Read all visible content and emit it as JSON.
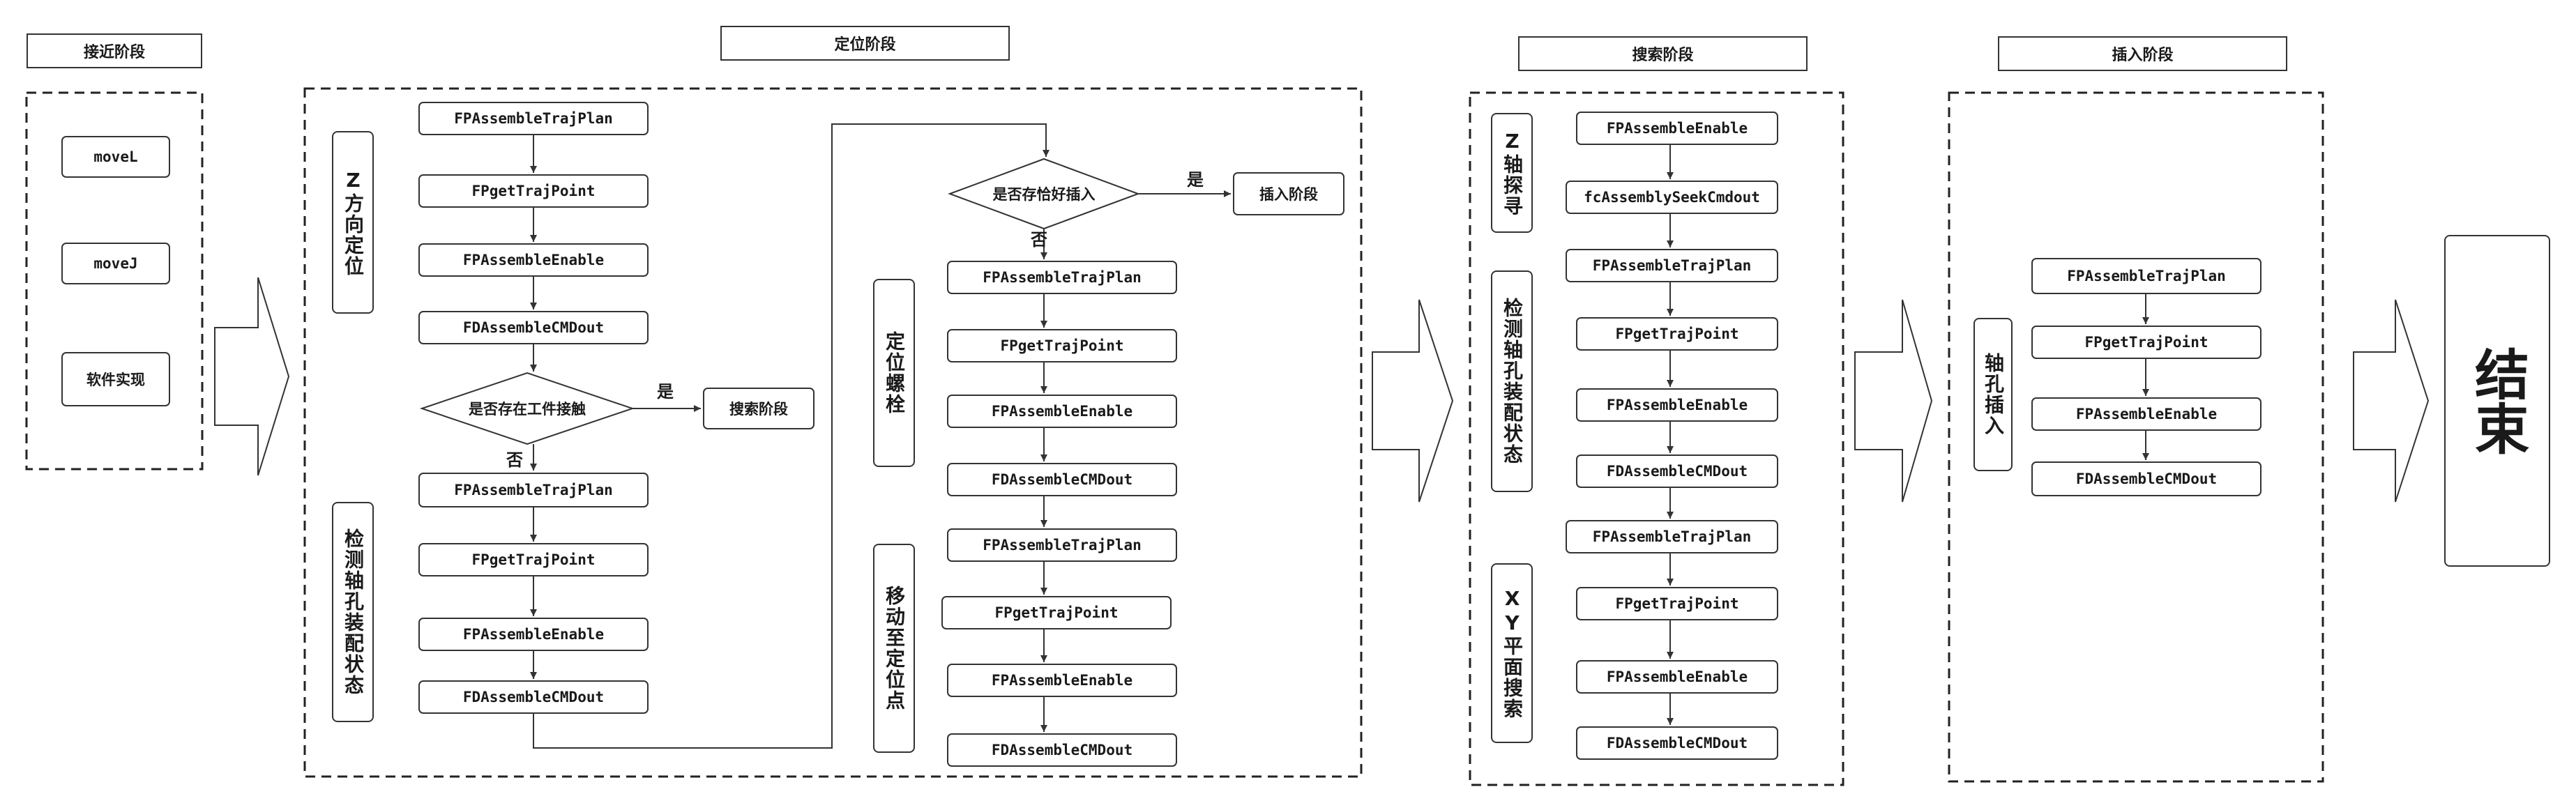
{
  "stages": {
    "approach": {
      "title": "接近阶段",
      "items": [
        "moveL",
        "moveJ",
        "软件实现"
      ]
    },
    "locate": {
      "title": "定位阶段",
      "z_label": "Z方向定位",
      "z_steps": [
        "FPAssembleTrajPlan",
        "FPgetTrajPoint",
        "FPAssembleEnable",
        "FDAssembleCMDout"
      ],
      "decision1": "是否存在工件接触",
      "decision1_yes": "是",
      "decision1_no": "否",
      "decision1_target": "搜索阶段",
      "detect_label": "检测轴孔装配状态",
      "detect_steps": [
        "FPAssembleTrajPlan",
        "FPgetTrajPoint",
        "FPAssembleEnable",
        "FDAssembleCMDout"
      ],
      "decision2": "是否存恰好插入",
      "decision2_yes": "是",
      "decision2_no": "否",
      "decision2_target": "插入阶段",
      "bolt_label": "定位螺栓",
      "bolt_steps": [
        "FPAssembleTrajPlan",
        "FPgetTrajPoint",
        "FPAssembleEnable",
        "FDAssembleCMDout"
      ],
      "move_label": "移动至定位点",
      "move_steps": [
        "FPAssembleTrajPlan",
        "FPgetTrajPoint",
        "FPAssembleEnable",
        "FDAssembleCMDout"
      ]
    },
    "search": {
      "title": "搜索阶段",
      "z_label": "Z轴探寻",
      "z_steps": [
        "FPAssembleEnable",
        "fcAssemblySeekCmdout"
      ],
      "detect_label": "检测轴孔装配状态",
      "detect_steps": [
        "FPAssembleTrajPlan",
        "FPgetTrajPoint",
        "FPAssembleEnable",
        "FDAssembleCMDout"
      ],
      "xy_label": "XY平面搜索",
      "xy_steps": [
        "FPAssembleTrajPlan",
        "FPgetTrajPoint",
        "FPAssembleEnable",
        "FDAssembleCMDout"
      ]
    },
    "insert": {
      "title": "插入阶段",
      "label": "轴孔插入",
      "steps": [
        "FPAssembleTrajPlan",
        "FPgetTrajPoint",
        "FPAssembleEnable",
        "FDAssembleCMDout"
      ]
    }
  },
  "end_label": "结束"
}
